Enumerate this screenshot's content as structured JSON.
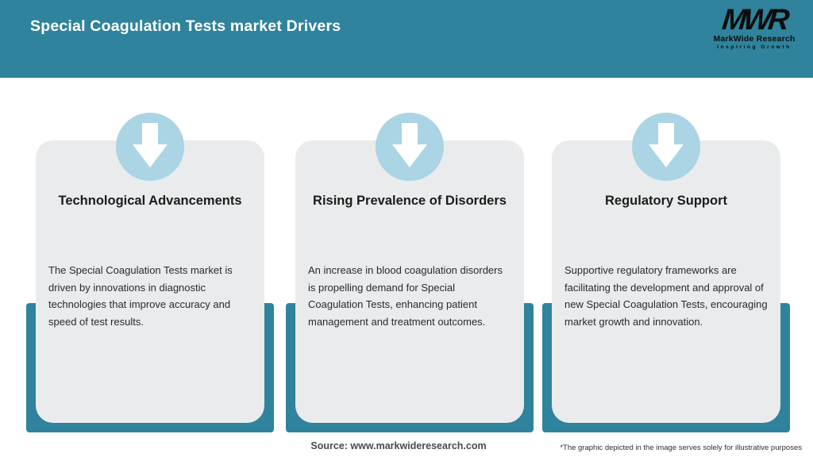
{
  "header": {
    "title": "Special Coagulation Tests market Drivers",
    "logo": {
      "monogram": "MWR",
      "name": "MarkWide Research",
      "tagline": "Inspiring Growth"
    }
  },
  "cards": [
    {
      "icon": "down-arrow-icon",
      "title": "Technological Advancements",
      "description": "The Special Coagulation Tests market is driven by innovations in diagnostic technologies that improve accuracy and speed of test results."
    },
    {
      "icon": "down-arrow-icon",
      "title": "Rising Prevalence of Disorders",
      "description": "An increase in blood coagulation disorders is propelling demand for Special Coagulation Tests, enhancing patient management and treatment outcomes."
    },
    {
      "icon": "down-arrow-icon",
      "title": "Regulatory Support",
      "description": "Supportive regulatory frameworks are facilitating the development and approval of new Special Coagulation Tests, encouraging market growth and innovation."
    }
  ],
  "footer": {
    "source": "Source: www.markwideresearch.com",
    "disclaimer": "*The graphic depicted in the image serves solely for illustrative purposes"
  },
  "colors": {
    "teal": "#2F839C",
    "card_bg": "#E9EBEC",
    "circle_blue": "#ABD4E4",
    "title_text": "#1C1C1C",
    "arrow": "#FFFFFF"
  }
}
